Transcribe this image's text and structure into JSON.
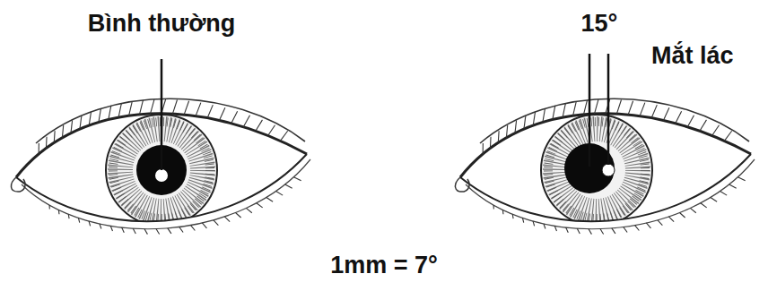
{
  "diagram": {
    "labels": [
      "Bình thường",
      "15°",
      "Mắt lác",
      "1mm = 7°"
    ]
  }
}
